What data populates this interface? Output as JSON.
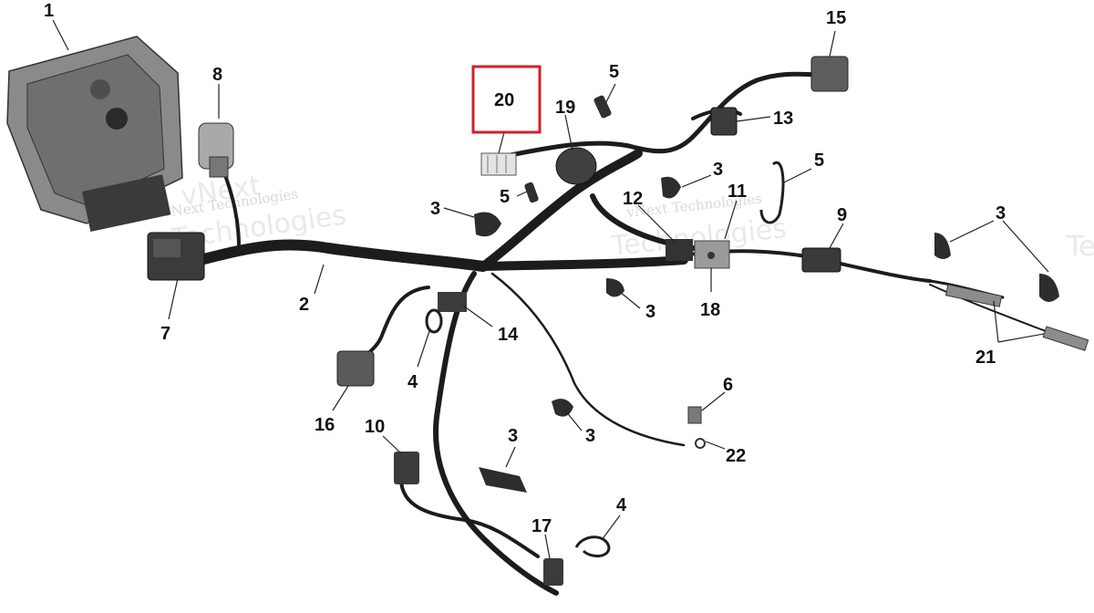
{
  "highlight_color": "#d32027",
  "watermarks": {
    "line1": "vNext Technologies",
    "line2": "Technologies",
    "line3": "vNext Technologies",
    "line4": "Technologies",
    "edge_fragment": "Te",
    "vnext_fragment": "vNext"
  },
  "callouts": [
    {
      "id": "1",
      "label": "1"
    },
    {
      "id": "2",
      "label": "2"
    },
    {
      "id": "3a",
      "label": "3"
    },
    {
      "id": "3b",
      "label": "3"
    },
    {
      "id": "3c",
      "label": "3"
    },
    {
      "id": "3d",
      "label": "3"
    },
    {
      "id": "3e",
      "label": "3"
    },
    {
      "id": "3f",
      "label": "3"
    },
    {
      "id": "4a",
      "label": "4"
    },
    {
      "id": "4b",
      "label": "4"
    },
    {
      "id": "5a",
      "label": "5"
    },
    {
      "id": "5b",
      "label": "5"
    },
    {
      "id": "5c",
      "label": "5"
    },
    {
      "id": "6",
      "label": "6"
    },
    {
      "id": "7",
      "label": "7"
    },
    {
      "id": "8",
      "label": "8"
    },
    {
      "id": "9",
      "label": "9"
    },
    {
      "id": "10",
      "label": "10"
    },
    {
      "id": "11",
      "label": "11"
    },
    {
      "id": "12",
      "label": "12"
    },
    {
      "id": "13",
      "label": "13"
    },
    {
      "id": "14",
      "label": "14"
    },
    {
      "id": "15",
      "label": "15"
    },
    {
      "id": "16",
      "label": "16"
    },
    {
      "id": "17",
      "label": "17"
    },
    {
      "id": "18",
      "label": "18"
    },
    {
      "id": "19",
      "label": "19"
    },
    {
      "id": "20",
      "label": "20",
      "highlighted": true
    },
    {
      "id": "21",
      "label": "21"
    },
    {
      "id": "22",
      "label": "22"
    }
  ]
}
